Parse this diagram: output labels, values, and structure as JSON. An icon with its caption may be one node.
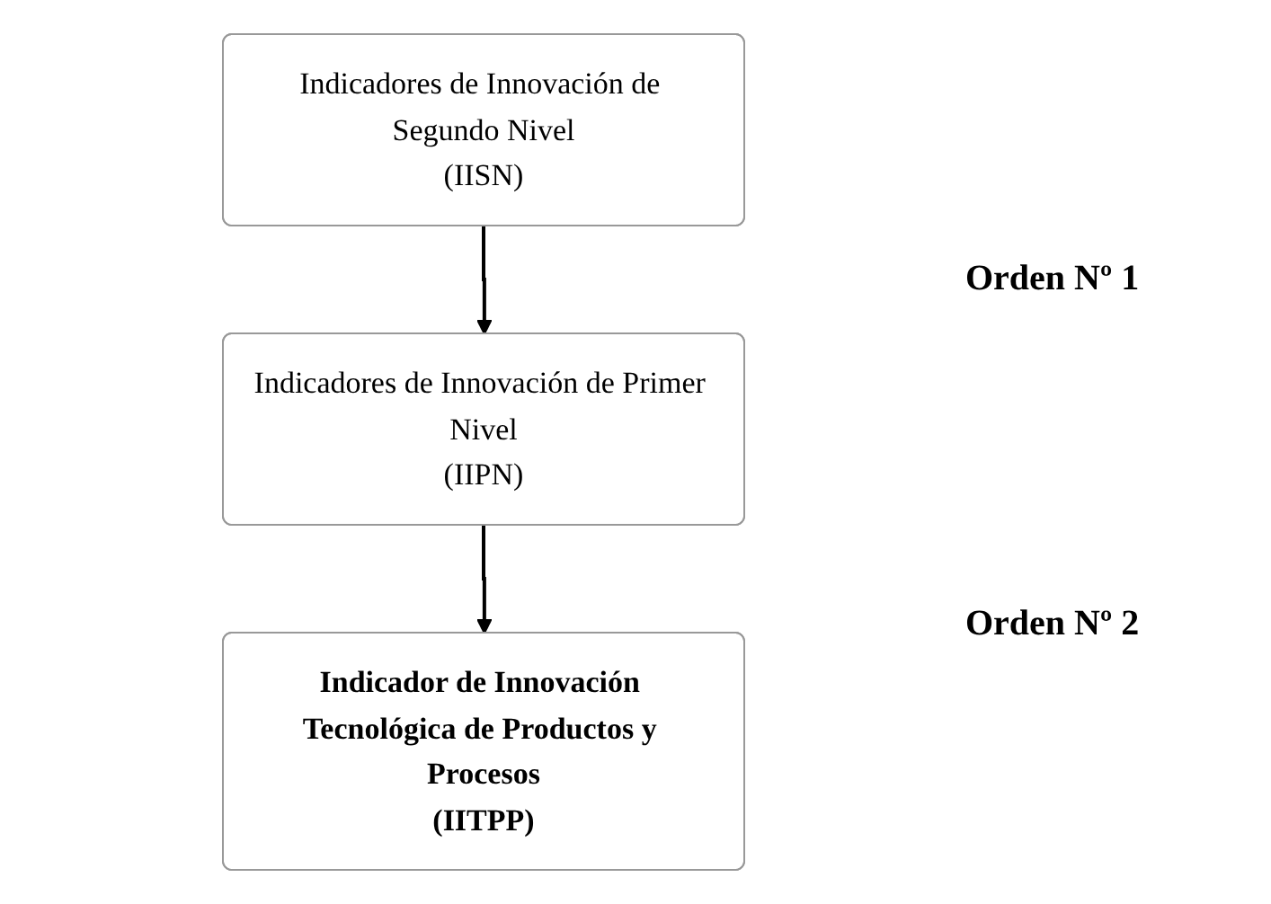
{
  "diagram": {
    "nodes": [
      {
        "text": [
          "Indicadores de Innovación de Segundo Nivel",
          "(IISN)"
        ]
      },
      {
        "text": [
          "Indicadores de Innovación de Primer Nivel",
          "(IIPN)"
        ]
      },
      {
        "text": [
          "Indicador de Innovación Tecnológica de Productos y Procesos",
          "(IITPP)"
        ]
      }
    ],
    "edges": [
      {
        "from": 0,
        "to": 1,
        "arrow": "to"
      },
      {
        "from": 1,
        "to": 2,
        "arrow": "to"
      }
    ],
    "labels": [
      "Orden Nº 1",
      "Orden Nº 2"
    ]
  }
}
